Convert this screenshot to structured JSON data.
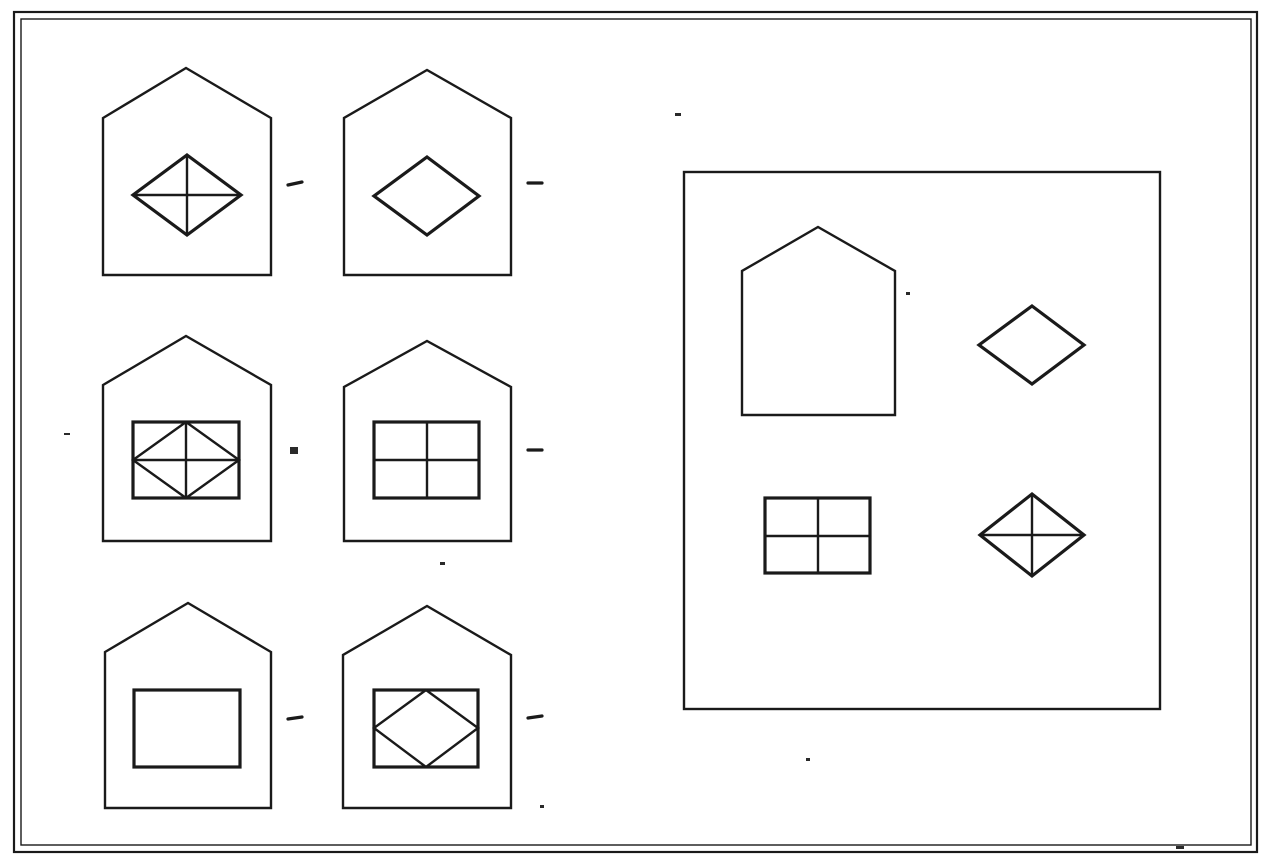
{
  "figure": {
    "caption": "",
    "left_panel": {
      "label": "",
      "cards": [
        {
          "label": "",
          "pattern": "diamond-cross"
        },
        {
          "label": "",
          "pattern": "diamond"
        },
        {
          "label": "",
          "pattern": "rectangle-diamond-cross"
        },
        {
          "label": "",
          "pattern": "rectangle-cross"
        },
        {
          "label": "",
          "pattern": "rectangle"
        },
        {
          "label": "",
          "pattern": "rectangle-diamond"
        }
      ]
    },
    "right_panel": {
      "label": "",
      "parts": [
        {
          "label": "",
          "shape": "house-outline"
        },
        {
          "label": "",
          "shape": "diamond"
        },
        {
          "label": "",
          "shape": "rectangle-cross"
        },
        {
          "label": "",
          "shape": "diamond-cross"
        }
      ]
    }
  }
}
